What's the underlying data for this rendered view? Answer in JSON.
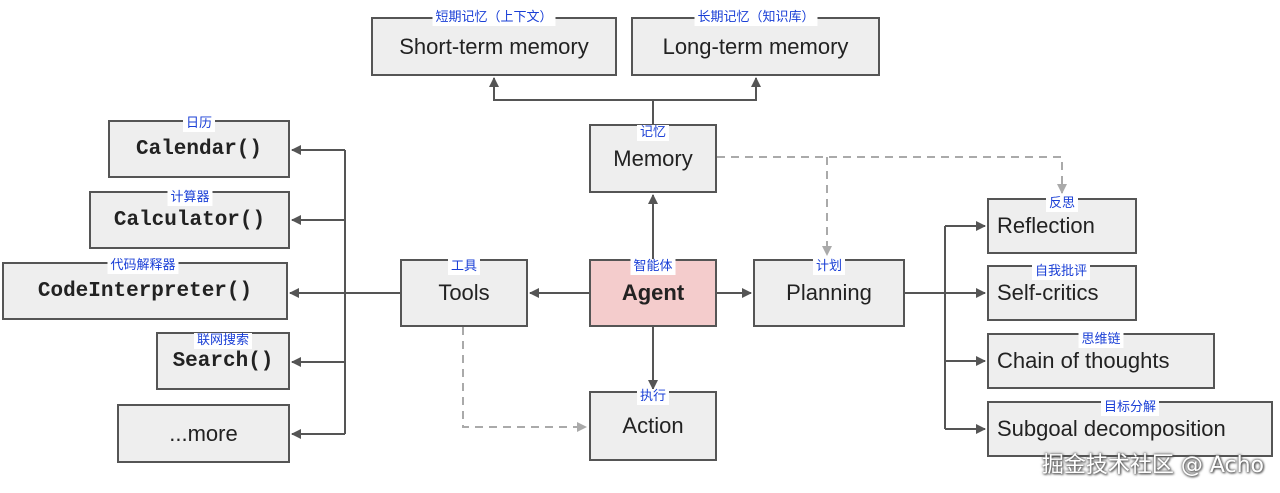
{
  "nodes": {
    "short_term_memory": {
      "label": "Short-term memory",
      "cn": "短期记忆（上下文）"
    },
    "long_term_memory": {
      "label": "Long-term memory",
      "cn": "长期记忆（知识库）"
    },
    "memory": {
      "label": "Memory",
      "cn": "记忆"
    },
    "agent": {
      "label": "Agent",
      "cn": "智能体"
    },
    "tools": {
      "label": "Tools",
      "cn": "工具"
    },
    "planning": {
      "label": "Planning",
      "cn": "计划"
    },
    "action": {
      "label": "Action",
      "cn": "执行"
    },
    "calendar": {
      "label": "Calendar()",
      "cn": "日历"
    },
    "calculator": {
      "label": "Calculator()",
      "cn": "计算器"
    },
    "code_interpreter": {
      "label": "CodeInterpreter()",
      "cn": "代码解释器"
    },
    "search": {
      "label": "Search()",
      "cn": "联网搜索"
    },
    "more": {
      "label": "...more"
    },
    "reflection": {
      "label": "Reflection",
      "cn": "反思"
    },
    "self_critics": {
      "label": "Self-critics",
      "cn": "自我批评"
    },
    "chain_of_thoughts": {
      "label": "Chain of thoughts",
      "cn": "思维链"
    },
    "subgoal_decomposition": {
      "label": "Subgoal decomposition",
      "cn": "目标分解"
    }
  },
  "watermark": "掘金技术社区 @ Acho",
  "colors": {
    "box_fill": "#eeeeee",
    "agent_fill": "#f4cccc",
    "border": "#555555",
    "cn_label": "#1a3fd6",
    "arrow": "#555555",
    "dashed_arrow": "#aaaaaa"
  }
}
